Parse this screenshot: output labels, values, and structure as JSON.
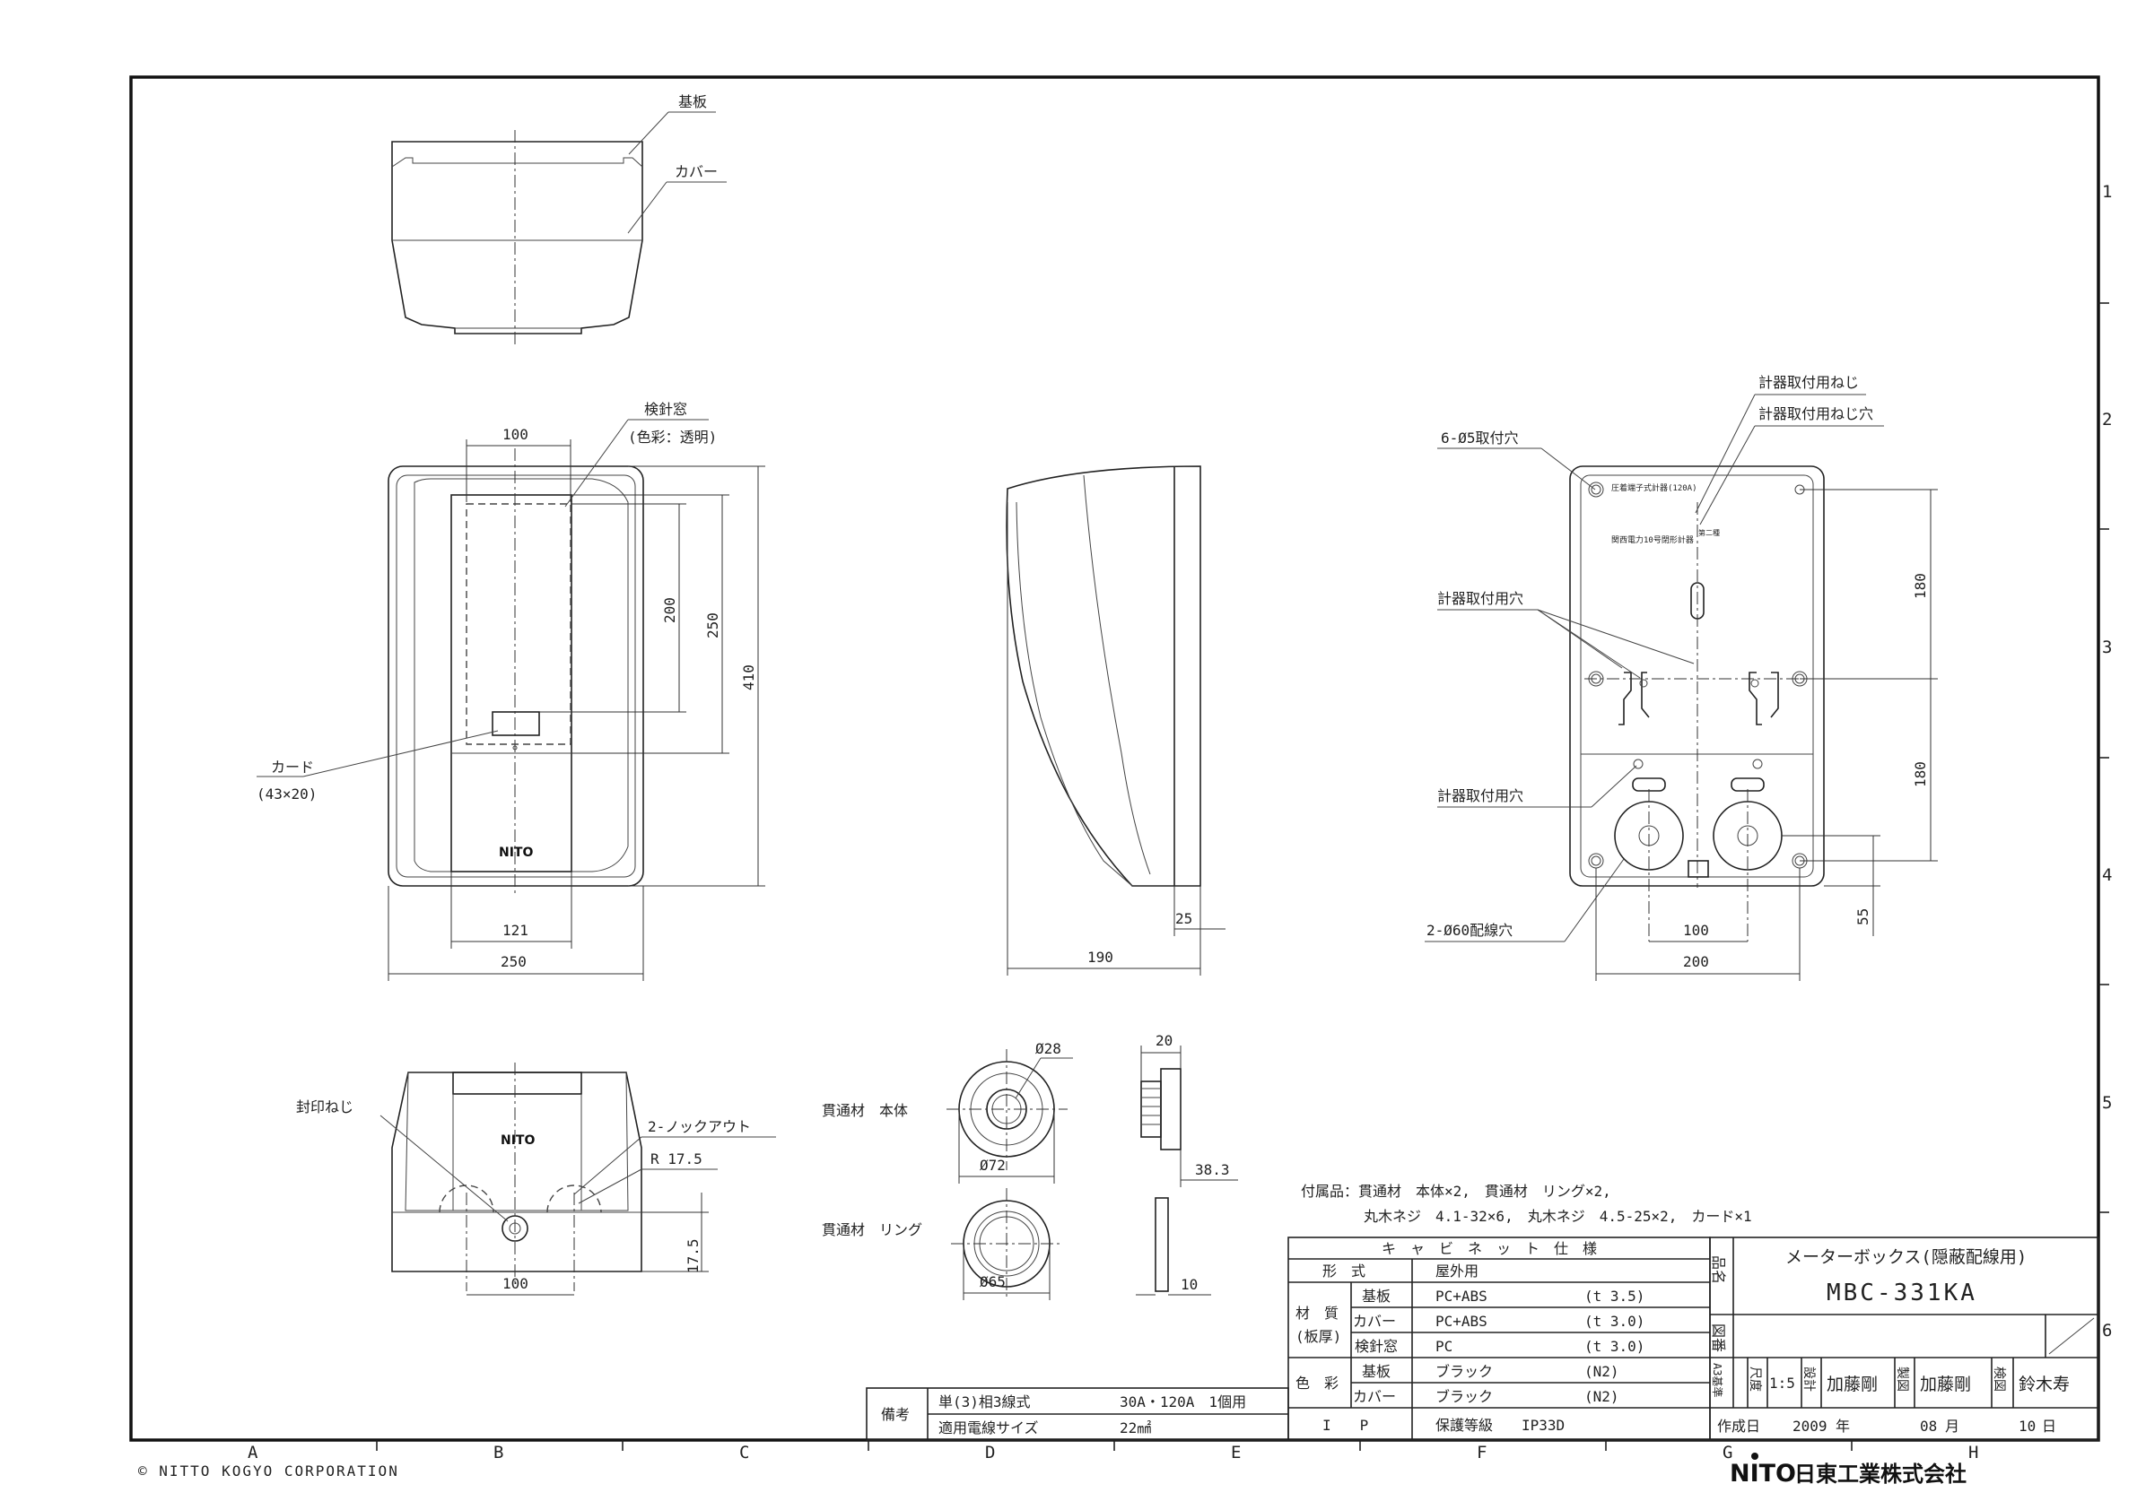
{
  "labels": {
    "kiban": "基板",
    "cover": "カバー",
    "window": "検針窓",
    "window_color": "(色彩：透明)",
    "card": "カード",
    "card_size": "(43×20)",
    "seal_screw": "封印ねじ",
    "knockout": "2-ノックアウト",
    "radius": "R 17.5",
    "mount_holes": "6-Ø5取付穴",
    "meter_screw": "計器取付用ねじ",
    "meter_screw_hole": "計器取付用ねじ穴",
    "meter_hole_1": "計器取付用穴",
    "meter_hole_2": "計器取付用穴",
    "wiring_holes": "2-Ø60配線穴",
    "tube_body": "貫通材　本体",
    "tube_ring": "貫通材　リング",
    "plate_txt_1": "圧着端子式計器(120A)",
    "plate_txt_2": "第二種",
    "plate_txt_3": "関西電力10号閉形計器",
    "logo_small": "NITO"
  },
  "dims": {
    "d100_top": "100",
    "d200": "200",
    "d250_v": "250",
    "d410": "410",
    "d121": "121",
    "d250_h": "250",
    "d190": "190",
    "d25": "25",
    "d100_bottom": "100",
    "d17_5": "17.5",
    "d28": "Ø28",
    "d72": "Ø72",
    "d20": "20",
    "d38_3": "38.3",
    "d65": "Ø65",
    "d10": "10",
    "d180_a": "180",
    "d180_b": "180",
    "d55": "55",
    "d100_back": "100",
    "d200_back": "200"
  },
  "accessories": {
    "line1": "付属品：貫通材　本体×2,　貫通材　リング×2,",
    "line2": "丸木ネジ　4.1-32×6,　丸木ネジ　4.5-25×2,　カード×1"
  },
  "spec": {
    "title": "キ　ャ　ビ　ネ　ッ　ト　仕　様",
    "form_label": "形　式",
    "form_value": "屋外用",
    "material_label_1": "材　質",
    "material_label_2": "(板厚)",
    "color_label": "色　彩",
    "rows": [
      {
        "part": "基板",
        "value": "PC+ABS",
        "note": "(t 3.5)"
      },
      {
        "part": "カバー",
        "value": "PC+ABS",
        "note": "(t 3.0)"
      },
      {
        "part": "検針窓",
        "value": "PC",
        "note": "(t 3.0)"
      },
      {
        "part": "基板",
        "value": "ブラック",
        "note": "(N2)"
      },
      {
        "part": "カバー",
        "value": "ブラック",
        "note": "(N2)"
      }
    ],
    "ip_label": "I　　P",
    "ip_value": "保護等級　　IP33D"
  },
  "remarks": {
    "label": "備考",
    "row1_left": "単(3)相3線式",
    "row1_right": "30A・120A　1個用",
    "row2_left": "適用電線サイズ",
    "row2_right": "22㎟"
  },
  "titleblock": {
    "name_label": "品名",
    "name_line1": "メーターボックス(隠蔽配線用)",
    "name_line2": "MBC-331KA",
    "drawing_no_label": "図番",
    "a3_label": "A3基準",
    "scale_label": "尺度",
    "scale_value": "1:5",
    "design_label": "設計",
    "design_value": "加藤剛",
    "draft_label": "製図",
    "draft_value": "加藤剛",
    "check_label": "検図",
    "check_value": "鈴木寿",
    "date_label": "作成日",
    "date_year": "2009",
    "year_unit": "年",
    "date_month": "08",
    "month_unit": "月",
    "date_day": "10",
    "day_unit": "日"
  },
  "grid": {
    "cols": [
      "A",
      "B",
      "C",
      "D",
      "E",
      "F",
      "G",
      "H"
    ],
    "rows": [
      "1",
      "2",
      "3",
      "4",
      "5",
      "6"
    ]
  },
  "footer": {
    "copyright": "© NITTO KOGYO CORPORATION",
    "logo": "NITO",
    "company": "日東工業株式会社"
  }
}
